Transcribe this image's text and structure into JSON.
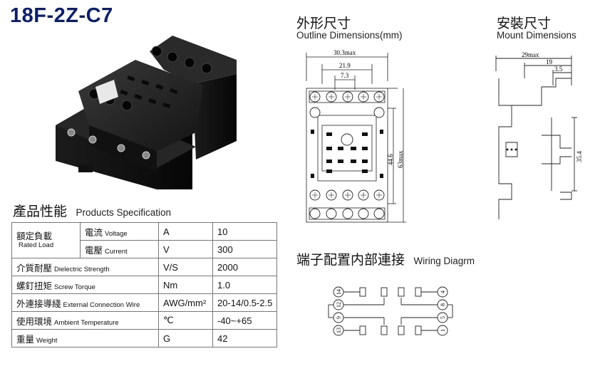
{
  "model": "18F-2Z-C7",
  "outline": {
    "title_cn": "外形尺寸",
    "title_en": "Outline Dimensions(mm)",
    "dim_width": "30.3max",
    "dim_21_9": "21.9",
    "dim_7_3": "7.3",
    "dim_44_6": "44.6",
    "dim_63": "63max"
  },
  "mount": {
    "title_cn": "安裝尺寸",
    "title_en": "Mount Dimensions",
    "dim_29": "29max",
    "dim_19": "19",
    "dim_3_5": "3.5",
    "dim_35_4": "35.4"
  },
  "spec": {
    "title_cn": "產品性能",
    "title_en": "Products Specification",
    "rated_load_cn": "額定負載",
    "rated_load_en": "Rated Load",
    "rows": [
      {
        "cn": "電流",
        "en": "Voltage",
        "symbol": "A",
        "value": "10"
      },
      {
        "cn": "電壓",
        "en": "Current",
        "symbol": "V",
        "value": "300"
      },
      {
        "cn": "介質耐壓",
        "en": "Dielectric Strength",
        "symbol": "V/S",
        "value": "2000"
      },
      {
        "cn": "螺釘扭矩",
        "en": "Screw Torque",
        "symbol": "Nm",
        "value": "1.0"
      },
      {
        "cn": "外連接導綫",
        "en": "External Connection Wire",
        "symbol": "AWG/mm²",
        "value": "20-14/0.5-2.5"
      },
      {
        "cn": "使用環境",
        "en": "Ambient Temperature",
        "symbol": "℃",
        "value": "-40~+65"
      },
      {
        "cn": "重量",
        "en": "Weight",
        "symbol": "G",
        "value": "42"
      }
    ]
  },
  "wiring": {
    "title_cn": "端子配置内部連接",
    "title_en": "Wiring Diagrm",
    "left_terminals": [
      "14",
      "12",
      "9",
      "13"
    ],
    "right_terminals": [
      "4",
      "8",
      "5",
      "1"
    ]
  }
}
